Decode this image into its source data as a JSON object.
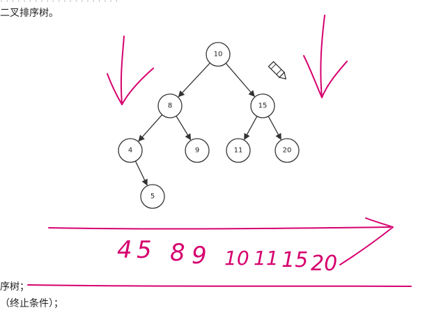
{
  "text": {
    "line1": "二叉排序树。",
    "line2": "序树；",
    "line3": "（终止条件）；"
  },
  "tree": {
    "nodes": [
      {
        "id": "n10",
        "label": "10"
      },
      {
        "id": "n8",
        "label": "8"
      },
      {
        "id": "n15",
        "label": "15"
      },
      {
        "id": "n4",
        "label": "4"
      },
      {
        "id": "n9",
        "label": "9"
      },
      {
        "id": "n11",
        "label": "11"
      },
      {
        "id": "n20",
        "label": "20"
      },
      {
        "id": "n5",
        "label": "5"
      }
    ],
    "edges": [
      [
        "n10",
        "n8"
      ],
      [
        "n10",
        "n15"
      ],
      [
        "n8",
        "n4"
      ],
      [
        "n8",
        "n9"
      ],
      [
        "n15",
        "n11"
      ],
      [
        "n15",
        "n20"
      ],
      [
        "n4",
        "n5"
      ]
    ]
  },
  "handwriting": {
    "sequence": [
      "4",
      "5",
      "8",
      "9",
      "10",
      "11",
      "15",
      "20"
    ],
    "color": "#d6006e"
  },
  "icons": {
    "cursor": "pencil-cursor-icon"
  }
}
